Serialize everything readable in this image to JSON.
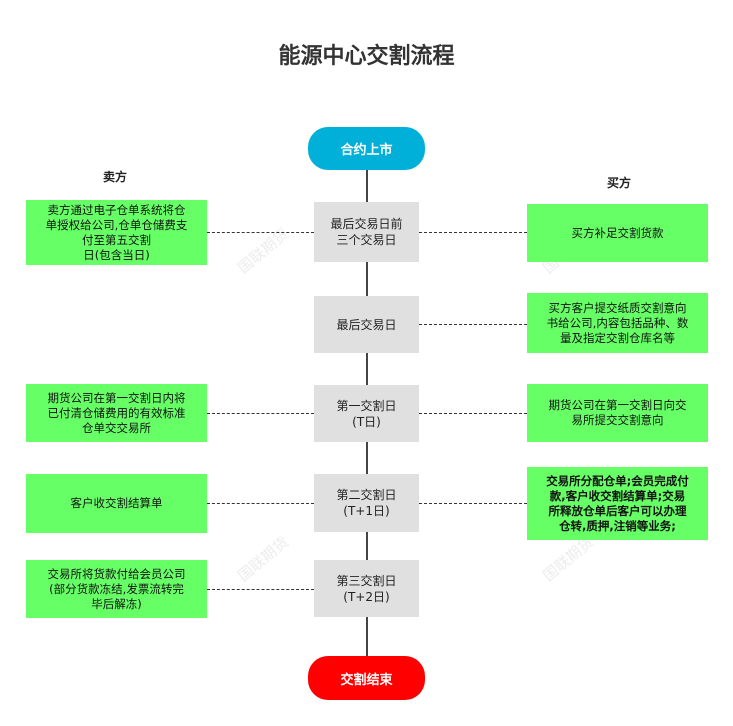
{
  "title": "能源中心交割流程",
  "labels": {
    "seller": "卖方",
    "buyer": "买方"
  },
  "start": "合约上市",
  "end": "交割结束",
  "steps": [
    "最后交易日前\n三个交易日",
    "最后交易日",
    "第一交割日\n(T日)",
    "第二交割日\n(T+1日)",
    "第三交割日\n(T+2日)"
  ],
  "seller_notes": [
    "卖方通过电子仓单系统将仓\n单授权给公司,仓单仓储费支\n付至第五交割\n日(包含当日)",
    "期货公司在第一交割日内将\n已付清仓储费用的有效标准\n仓单交交易所",
    "客户收交割结算单",
    "交易所将货款付给会员公司\n(部分货款冻结,发票流转完\n毕后解冻)"
  ],
  "buyer_notes": [
    "买方补足交割货款",
    "买方客户提交纸质交割意向\n书给公司,内容包括品种、数\n量及指定交割仓库名等",
    "期货公司在第一交割日向交\n易所提交交割意向",
    "交易所分配仓单;会员完成付\n款,客户收交割结算单;交易\n所释放仓单后客户可以办理\n仓转,质押,注销等业务;"
  ],
  "watermark": "国联期货",
  "colors": {
    "start": "#00b0d8",
    "end": "#ff0000",
    "step": "#e0e0e0",
    "note": "#66ff66"
  }
}
